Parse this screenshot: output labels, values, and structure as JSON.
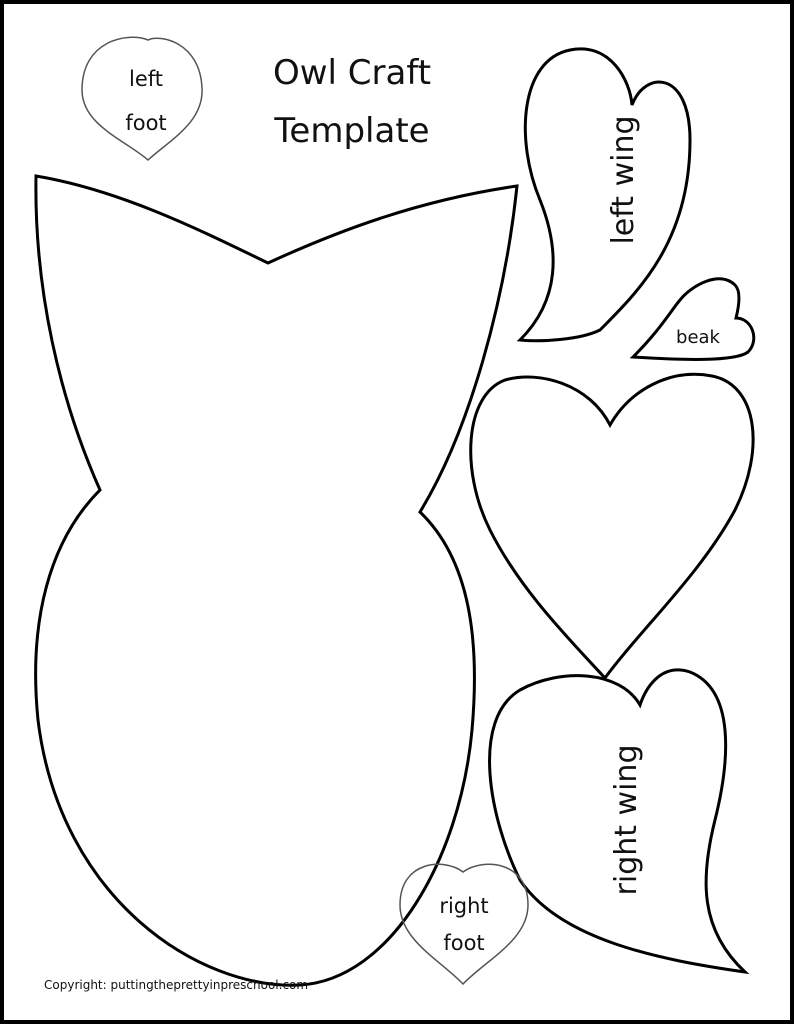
{
  "title": {
    "line1": "Owl Craft",
    "line2": "Template"
  },
  "pieces": {
    "left_foot": {
      "line1": "left",
      "line2": "foot"
    },
    "left_wing": "left wing",
    "beak": "beak",
    "right_wing": "right wing",
    "right_foot": {
      "line1": "right",
      "line2": "foot"
    }
  },
  "copyright": "Copyright: puttingtheprettyinpreschool.com",
  "colors": {
    "outline": "#000000",
    "foot_outline": "#555555"
  }
}
